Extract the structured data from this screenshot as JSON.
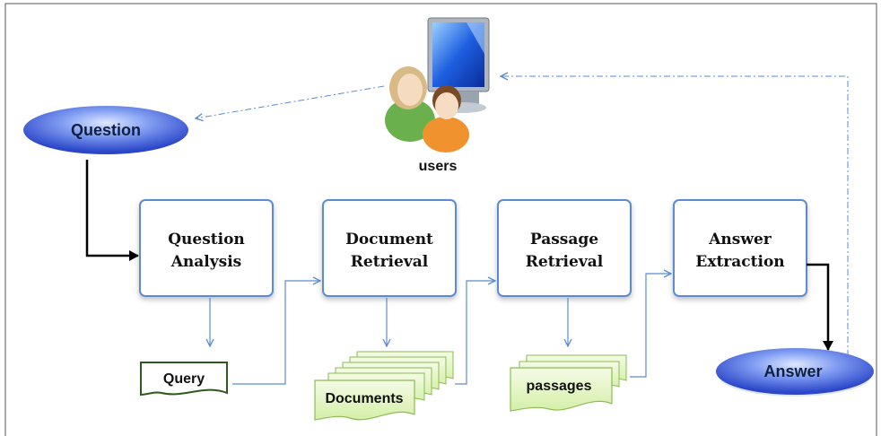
{
  "users": {
    "label": "users",
    "icon": "users-computer-icon"
  },
  "question": {
    "label": "Question"
  },
  "answer": {
    "label": "Answer"
  },
  "processes": [
    {
      "line1": "Question",
      "line2": "Analysis"
    },
    {
      "line1": "Document",
      "line2": "Retrieval"
    },
    {
      "line1": "Passage",
      "line2": "Retrieval"
    },
    {
      "line1": "Answer",
      "line2": "Extraction"
    }
  ],
  "artifacts": {
    "query": "Query",
    "documents": "Documents",
    "passages": "passages"
  },
  "colors": {
    "box_border": "#5b8bd0",
    "connector": "#5b8bd0",
    "doc_fill": "#e3f5c2",
    "doc_border": "#8dbb55",
    "query_border": "#2f5a1e",
    "oval_mid": "#6f8ff0",
    "strong_arrow": "#000000"
  }
}
